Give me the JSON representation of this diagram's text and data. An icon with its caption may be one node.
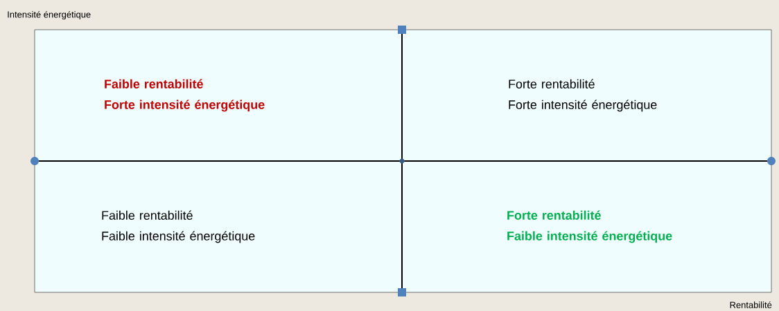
{
  "diagram": {
    "nodes": [
      {
        "text": [
          "Faible rentabilité",
          "Forte intensité énergétique"
        ]
      },
      {
        "text": [
          "Forte rentabilité",
          "Forte intensité énergétique"
        ]
      },
      {
        "text": [
          "Faible rentabilité",
          "Faible intensité énergétique"
        ]
      },
      {
        "text": [
          "Forte rentabilité",
          "Faible intensité énergétique"
        ]
      }
    ],
    "labels": [
      "Intensité énergétique",
      "Rentabilité"
    ]
  }
}
